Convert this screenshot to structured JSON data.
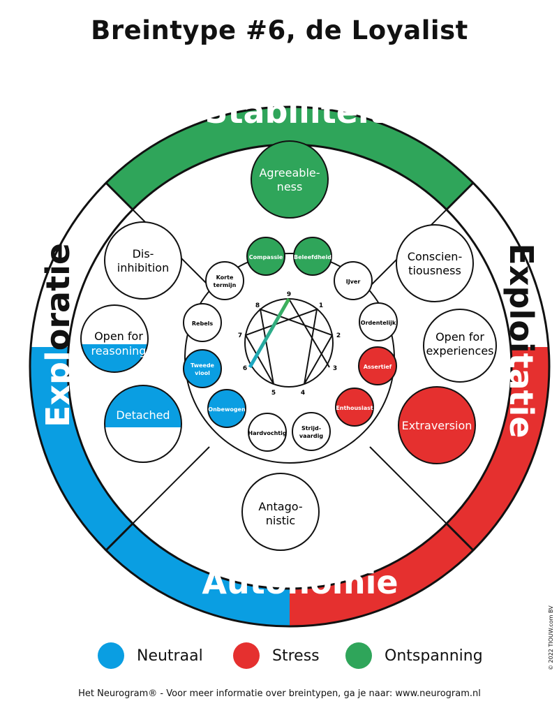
{
  "title": "Breintype #6, de Loyalist",
  "colors": {
    "neutraal": "#0a9ee2",
    "stress": "#e5302f",
    "ontspanning": "#2fa55a",
    "line": "#111111"
  },
  "segments": {
    "top": "Stabiliteit",
    "left": {
      "part1": "Expl",
      "part2": "oratie"
    },
    "right": {
      "part1": "Exploi",
      "part2": "tatie"
    },
    "bottom": {
      "part1": "Auto",
      "part2": "nomie"
    }
  },
  "traits": {
    "agreeableness": [
      "Agreeable-",
      "ness"
    ],
    "disinhibition": [
      "Dis-",
      "inhibition"
    ],
    "conscientiousness": [
      "Conscien-",
      "tiousness"
    ],
    "open_reasoning": [
      "Open for",
      "reasoning"
    ],
    "open_experiences": [
      "Open for",
      "experiences"
    ],
    "detached": "Detached",
    "extraversion": "Extraversion",
    "antagonistic": [
      "Antago-",
      "nistic"
    ]
  },
  "ring": {
    "compassie": "Compassie",
    "beleefdheid": "Beleefdheid",
    "ijver": "IJver",
    "ordentelijk": "Ordentelijk",
    "assertief": "Assertief",
    "enthousiast": "Enthousiast",
    "strijdvaardig": [
      "Strijd-",
      "vaardig"
    ],
    "hardvochtig": "Hardvochtig",
    "onbewogen": "Onbewogen",
    "tweede_viool": [
      "Tweede",
      "viool"
    ],
    "rebels": "Rebels",
    "korte_termijn": [
      "Korte",
      "termijn"
    ]
  },
  "enneagram_numbers": [
    "9",
    "1",
    "2",
    "3",
    "4",
    "5",
    "6",
    "7",
    "8"
  ],
  "legend": {
    "neutraal": "Neutraal",
    "stress": "Stress",
    "ontspanning": "Ontspanning"
  },
  "footer": "Het Neurogram® - Voor meer informatie over breintypen, ga je naar: www.neurogram.nl",
  "copyright": "© 2022 TIOUW.com BV"
}
